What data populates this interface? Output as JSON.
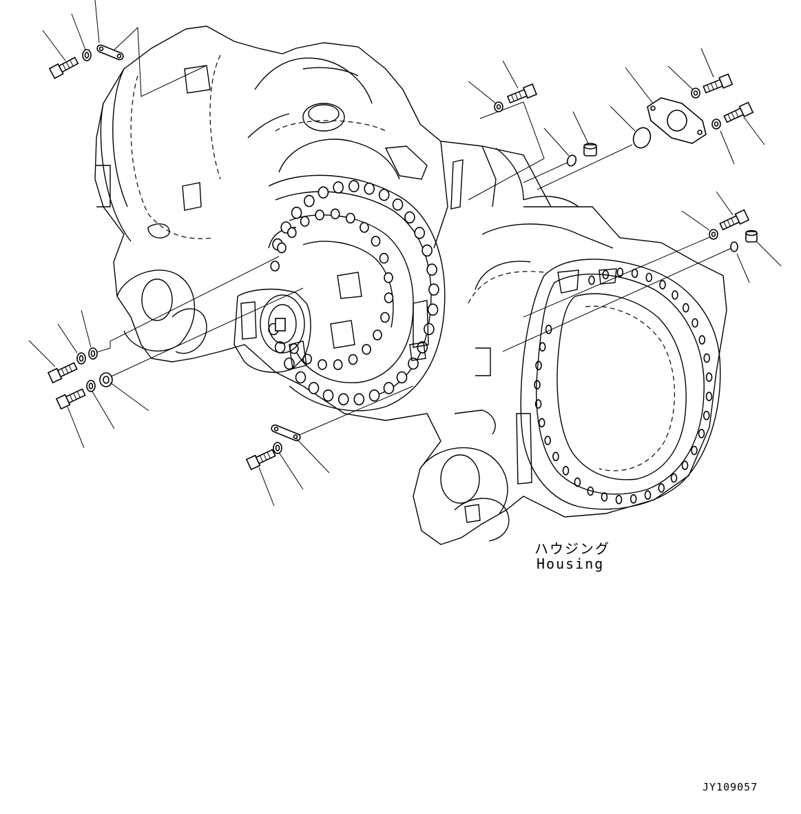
{
  "title_jp": "ハウジング",
  "title_en": "Housing",
  "drawing_code": "JY109057",
  "colors": {
    "line": "#000000",
    "background": "#ffffff"
  },
  "parts": [
    {
      "id": "bolt-top-left",
      "icon": "bolt-icon"
    },
    {
      "id": "washer-top-left",
      "icon": "washer-icon"
    },
    {
      "id": "lock-plate-top-left",
      "icon": "lock-plate-icon"
    },
    {
      "id": "washer-top-center",
      "icon": "washer-icon"
    },
    {
      "id": "bolt-top-center",
      "icon": "bolt-icon"
    },
    {
      "id": "o-ring-small",
      "icon": "o-ring-icon"
    },
    {
      "id": "plug-top",
      "icon": "plug-icon"
    },
    {
      "id": "o-ring-large",
      "icon": "o-ring-icon"
    },
    {
      "id": "cover-plate",
      "icon": "cover-plate-icon"
    },
    {
      "id": "washer-top-right-1",
      "icon": "washer-icon"
    },
    {
      "id": "bolt-top-right-1",
      "icon": "bolt-icon"
    },
    {
      "id": "washer-top-right-2",
      "icon": "washer-icon"
    },
    {
      "id": "bolt-top-right-2",
      "icon": "bolt-icon"
    },
    {
      "id": "washer-right",
      "icon": "washer-icon"
    },
    {
      "id": "bolt-right",
      "icon": "bolt-icon"
    },
    {
      "id": "o-ring-right",
      "icon": "o-ring-icon"
    },
    {
      "id": "plug-right",
      "icon": "plug-icon"
    },
    {
      "id": "bolt-left-1",
      "icon": "bolt-icon"
    },
    {
      "id": "washer-left-1a",
      "icon": "washer-icon"
    },
    {
      "id": "washer-left-1b",
      "icon": "washer-icon"
    },
    {
      "id": "bolt-left-2",
      "icon": "bolt-icon"
    },
    {
      "id": "washer-left-2",
      "icon": "washer-icon"
    },
    {
      "id": "nut-left-2",
      "icon": "nut-icon"
    },
    {
      "id": "bolt-bottom",
      "icon": "bolt-icon"
    },
    {
      "id": "washer-bottom",
      "icon": "washer-icon"
    },
    {
      "id": "lock-plate-bottom",
      "icon": "lock-plate-icon"
    }
  ]
}
